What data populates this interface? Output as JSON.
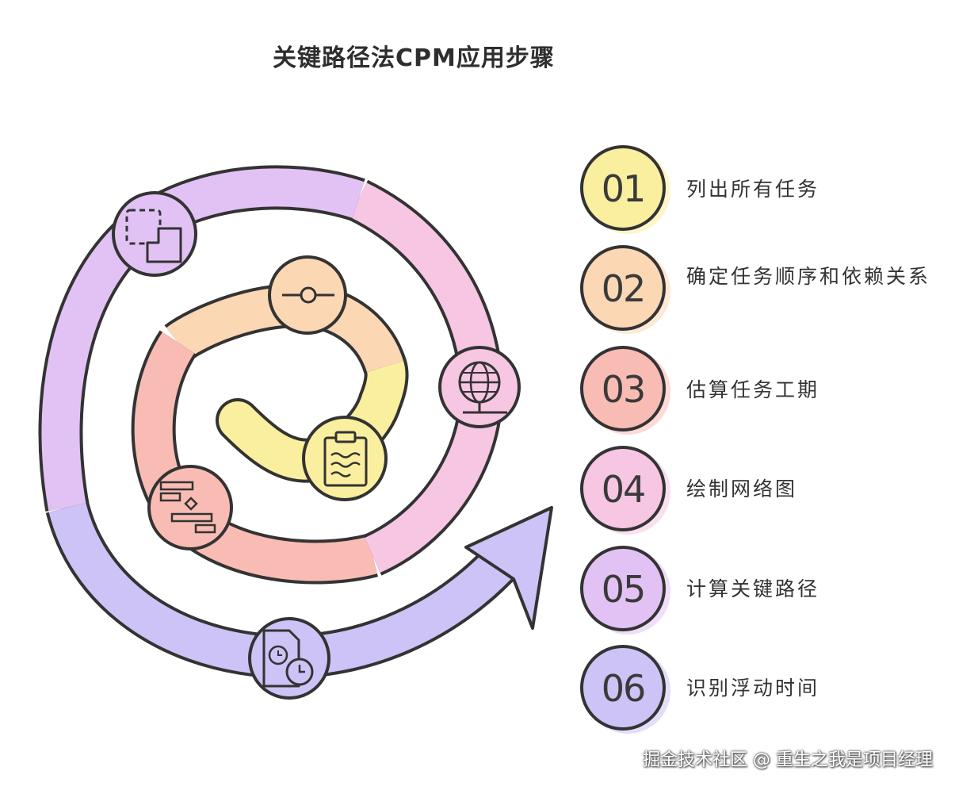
{
  "title": "关键路径法CPM应用步骤",
  "steps": [
    {
      "number": "01",
      "label": "列出所有任务",
      "color": "#f9ef9e",
      "icon": "clipboard-icon"
    },
    {
      "number": "02",
      "label": "确定任务顺序和依赖关系",
      "color": "#fbd7b4",
      "icon": "node-link-icon"
    },
    {
      "number": "03",
      "label": "估算任务工期",
      "color": "#f9bcb4",
      "icon": "gantt-icon"
    },
    {
      "number": "04",
      "label": "绘制网络图",
      "color": "#f6c6e2",
      "icon": "globe-icon"
    },
    {
      "number": "05",
      "label": "计算关键路径",
      "color": "#e2c2f4",
      "icon": "dashed-squares-icon"
    },
    {
      "number": "06",
      "label": "识别浮动时间",
      "color": "#cdc3f6",
      "icon": "document-clock-icon"
    }
  ],
  "watermark": "掘金技术社区 @ 重生之我是项目经理"
}
